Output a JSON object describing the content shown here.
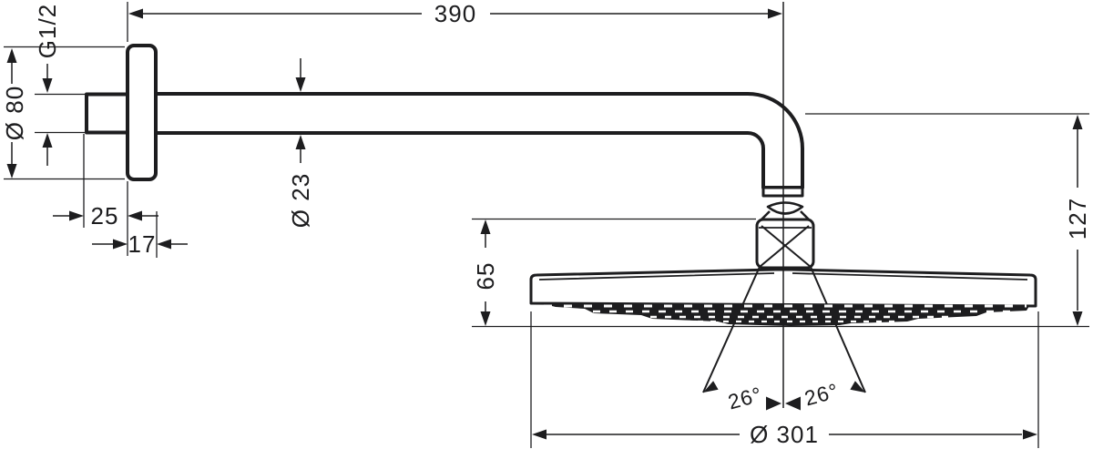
{
  "drawing": {
    "description": "Overhead shower with shower arm - dimensional technical drawing",
    "colors": {
      "line": "#1d1d1f",
      "background": "#ffffff"
    }
  },
  "labels": {
    "dim_390": "390",
    "dim_g12": "G1/2",
    "dim_d80": "Ø 80",
    "dim_25": "25",
    "dim_17": "17",
    "dim_d23": "Ø 23",
    "dim_65": "65",
    "dim_127": "127",
    "angle_left": "26°",
    "angle_right": "26°",
    "dim_d301": "Ø 301"
  }
}
